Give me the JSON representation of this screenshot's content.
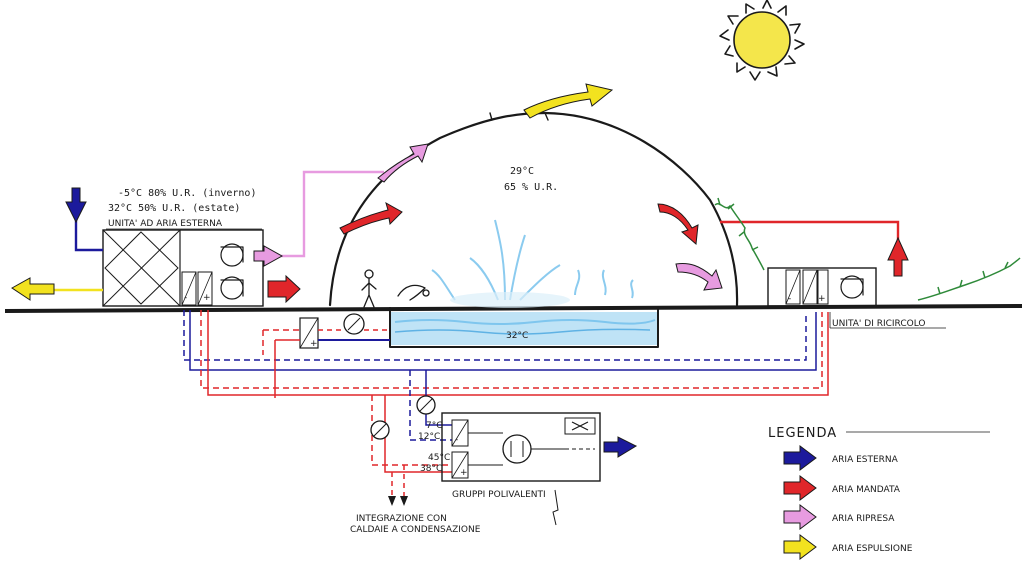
{
  "dome": {
    "temperature": "29°C",
    "humidity": "65 % U.R."
  },
  "pool": {
    "water_temperature": "32°C"
  },
  "external_conditions": {
    "winter": "-5°C  80% U.R. (inverno)",
    "summer": "32°C  50% U.R. (estate)"
  },
  "units": {
    "external_air_unit": "UNITA' AD ARIA ESTERNA",
    "recirculation_unit": "UNITA' DI RICIRCOLO",
    "heat_pump_group": "GRUPPI POLIVALENTI"
  },
  "water_temps": {
    "cold_supply": "7°C",
    "cold_return": "12°C",
    "hot_supply": "45°C",
    "hot_return": "38°C"
  },
  "integration_note": {
    "line1": "INTEGRAZIONE CON",
    "line2": "CALDAIE A CONDENSAZIONE"
  },
  "legend": {
    "title": "LEGENDA",
    "items": [
      {
        "label": "ARIA ESTERNA",
        "color": "#1c1a9c"
      },
      {
        "label": "ARIA MANDATA",
        "color": "#e0262a"
      },
      {
        "label": "ARIA RIPRESA",
        "color": "#e79be0"
      },
      {
        "label": "ARIA ESPULSIONE",
        "color": "#f2e21f"
      }
    ]
  },
  "colors": {
    "external_air": "#1c1a9c",
    "supply_air": "#e0262a",
    "return_air": "#e79be0",
    "exhaust_air": "#f2e21f",
    "water": "#7fc6ee",
    "sun": "#f4e64b",
    "plants": "#2f8a3a"
  }
}
